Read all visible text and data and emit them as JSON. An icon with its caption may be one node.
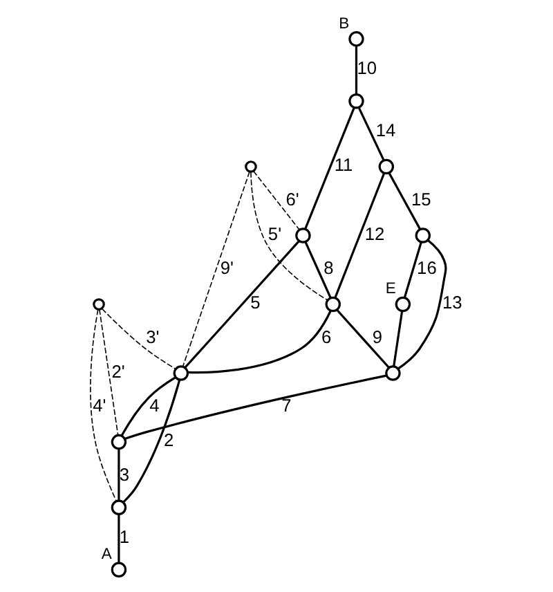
{
  "diagram": {
    "nodes": [
      {
        "text": [],
        "shape": "circle",
        "beside": [
          "B"
        ]
      },
      {
        "text": [],
        "shape": "circle"
      },
      {
        "text": [],
        "shape": "circle"
      },
      {
        "text": [],
        "shape": "circle"
      },
      {
        "text": [],
        "shape": "circle",
        "beside": [
          "E"
        ]
      },
      {
        "text": [],
        "shape": "circle"
      },
      {
        "text": [],
        "shape": "circle"
      },
      {
        "text": [],
        "shape": "circle"
      },
      {
        "text": [],
        "shape": "circle"
      },
      {
        "text": [],
        "shape": "circle"
      },
      {
        "text": [],
        "shape": "circle"
      },
      {
        "text": [],
        "shape": "circle",
        "beside": [
          "A"
        ]
      },
      {
        "text": [],
        "shape": "circle"
      },
      {
        "text": [],
        "shape": "circle"
      }
    ],
    "edges": [
      {
        "from": 0,
        "to": 1,
        "arrow": "none",
        "label": "10"
      },
      {
        "from": 1,
        "to": 2,
        "arrow": "none",
        "label": "14"
      },
      {
        "from": 2,
        "to": 3,
        "arrow": "none",
        "label": "15"
      },
      {
        "from": 3,
        "to": 4,
        "arrow": "none",
        "label": "16"
      },
      {
        "from": 4,
        "to": 7,
        "arrow": "none"
      },
      {
        "from": 1,
        "to": 5,
        "arrow": "none",
        "label": "11"
      },
      {
        "from": 2,
        "to": 6,
        "arrow": "none",
        "label": "12"
      },
      {
        "from": 3,
        "to": 7,
        "arrow": "none",
        "label": "13"
      },
      {
        "from": 5,
        "to": 6,
        "arrow": "none",
        "label": "8"
      },
      {
        "from": 6,
        "to": 7,
        "arrow": "none",
        "label": "9"
      },
      {
        "from": 5,
        "to": 8,
        "arrow": "none",
        "label": "5"
      },
      {
        "from": 6,
        "to": 8,
        "arrow": "none",
        "label": "6"
      },
      {
        "from": 7,
        "to": 9,
        "arrow": "none",
        "label": "7"
      },
      {
        "from": 8,
        "to": 9,
        "arrow": "none",
        "label": "4"
      },
      {
        "from": 8,
        "to": 10,
        "arrow": "none",
        "label": "2"
      },
      {
        "from": 9,
        "to": 10,
        "arrow": "none",
        "label": "3"
      },
      {
        "from": 10,
        "to": 11,
        "arrow": "none",
        "label": "1"
      },
      {
        "from": 12,
        "to": 5,
        "arrow": "none",
        "label": "6'",
        "style": "dashed"
      },
      {
        "from": 12,
        "to": 6,
        "arrow": "none",
        "label": "5'",
        "style": "dashed"
      },
      {
        "from": 12,
        "to": 8,
        "arrow": "none",
        "label": "9'",
        "style": "dashed"
      },
      {
        "from": 13,
        "to": 8,
        "arrow": "none",
        "label": "3'",
        "style": "dashed"
      },
      {
        "from": 13,
        "to": 9,
        "arrow": "none",
        "label": "2'",
        "style": "dashed"
      },
      {
        "from": 13,
        "to": 10,
        "arrow": "none",
        "label": "4'",
        "style": "dashed"
      }
    ]
  }
}
